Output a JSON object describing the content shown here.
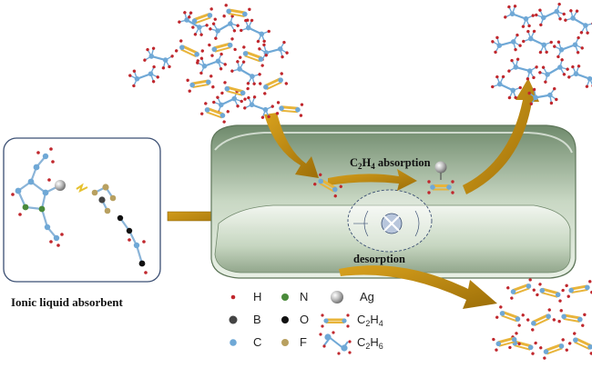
{
  "labels": {
    "ionic_liquid": "Ionic liquid absorbent",
    "absorption_prefix": "C",
    "absorption_sub1": "2",
    "absorption_mid": "H",
    "absorption_sub2": "4",
    "absorption_suffix": " absorption",
    "desorption": "desorption"
  },
  "legend": [
    {
      "symbol": "H",
      "name": "hydrogen-atom",
      "color": "#c0272d"
    },
    {
      "symbol": "N",
      "name": "nitrogen-atom",
      "color": "#4a8a3a"
    },
    {
      "symbol": "Ag",
      "name": "silver-atom",
      "color": "#9a9a9a"
    },
    {
      "symbol": "B",
      "name": "boron-atom",
      "color": "#444444"
    },
    {
      "symbol": "O",
      "name": "oxygen-atom",
      "color": "#111111"
    },
    {
      "symbol": "C2H4",
      "name": "ethylene-molecule",
      "color": "#e8b43a"
    },
    {
      "symbol": "C",
      "name": "carbon-atom",
      "color": "#6fa8d6"
    },
    {
      "symbol": "F",
      "name": "fluorine-atom",
      "color": "#b8a060"
    },
    {
      "symbol": "C2H6",
      "name": "ethane-molecule",
      "color": "#6fa8d6"
    }
  ],
  "legend_text": {
    "h": "H",
    "n": "N",
    "ag": "Ag",
    "b": "B",
    "o": "O",
    "c": "C",
    "f": "F",
    "c2h4_a": "C",
    "c2h4_b": "2",
    "c2h4_c": "H",
    "c2h4_d": "4",
    "c2h6_a": "C",
    "c2h6_b": "2",
    "c2h6_c": "H",
    "c2h6_d": "6"
  },
  "colors": {
    "arrow": "#b8860b",
    "container": "#8fa88a",
    "ionic_box_border": "#3b4f73"
  }
}
